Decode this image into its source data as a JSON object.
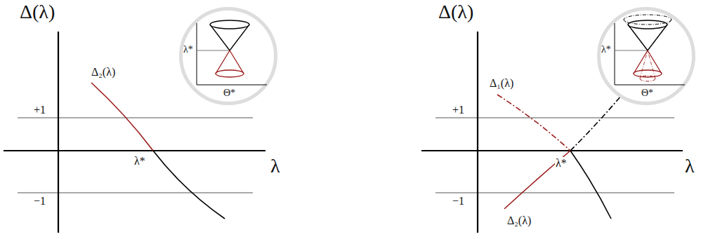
{
  "diagram": {
    "nodes": [
      {
        "text": [
          "λ*",
          "Θ*"
        ]
      },
      {
        "text": [
          "λ*",
          "Θ*"
        ]
      }
    ],
    "labels": [
      "Δ(λ)",
      "Δ₂(λ)",
      "+1",
      "−1",
      "λ*",
      "λ",
      "Δ(λ)",
      "Δ₁(λ)",
      "+1",
      "−1",
      "λ*",
      "λ",
      "Δ₂(λ)"
    ]
  }
}
